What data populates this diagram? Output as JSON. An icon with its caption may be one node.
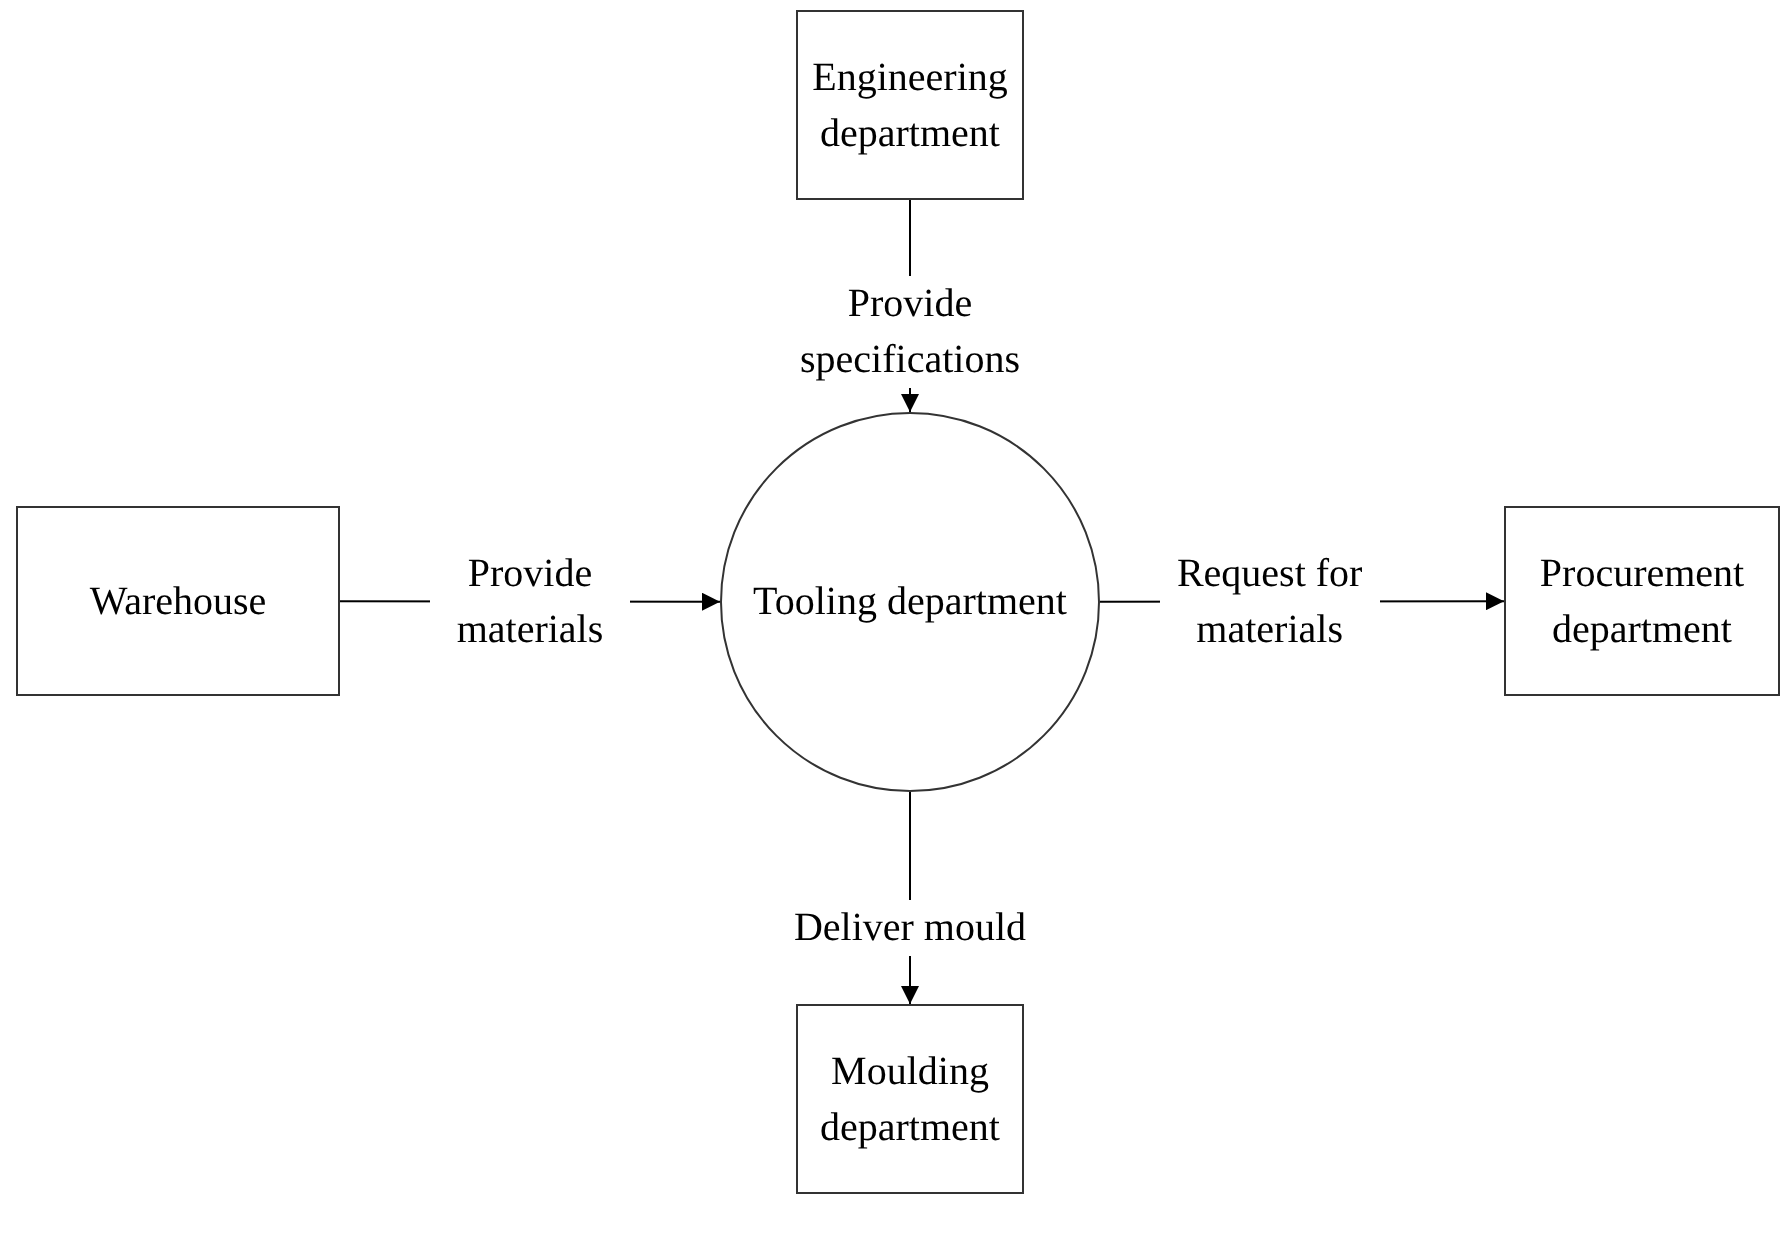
{
  "diagram": {
    "nodes": [
      {
        "text": [
          "Engineering department"
        ]
      },
      {
        "text": [
          "Warehouse"
        ]
      },
      {
        "text": [
          "Tooling department"
        ]
      },
      {
        "text": [
          "Procurement department"
        ]
      },
      {
        "text": [
          "Moulding department"
        ]
      }
    ],
    "edges": [
      {
        "from": 0,
        "to": 2,
        "arrow": "to",
        "label": "Provide specifications"
      },
      {
        "from": 1,
        "to": 2,
        "arrow": "to",
        "label": "Provide materials"
      },
      {
        "from": 2,
        "to": 3,
        "arrow": "to",
        "label": "Request for materials"
      },
      {
        "from": 2,
        "to": 4,
        "arrow": "to",
        "label": "Deliver mould"
      }
    ]
  }
}
